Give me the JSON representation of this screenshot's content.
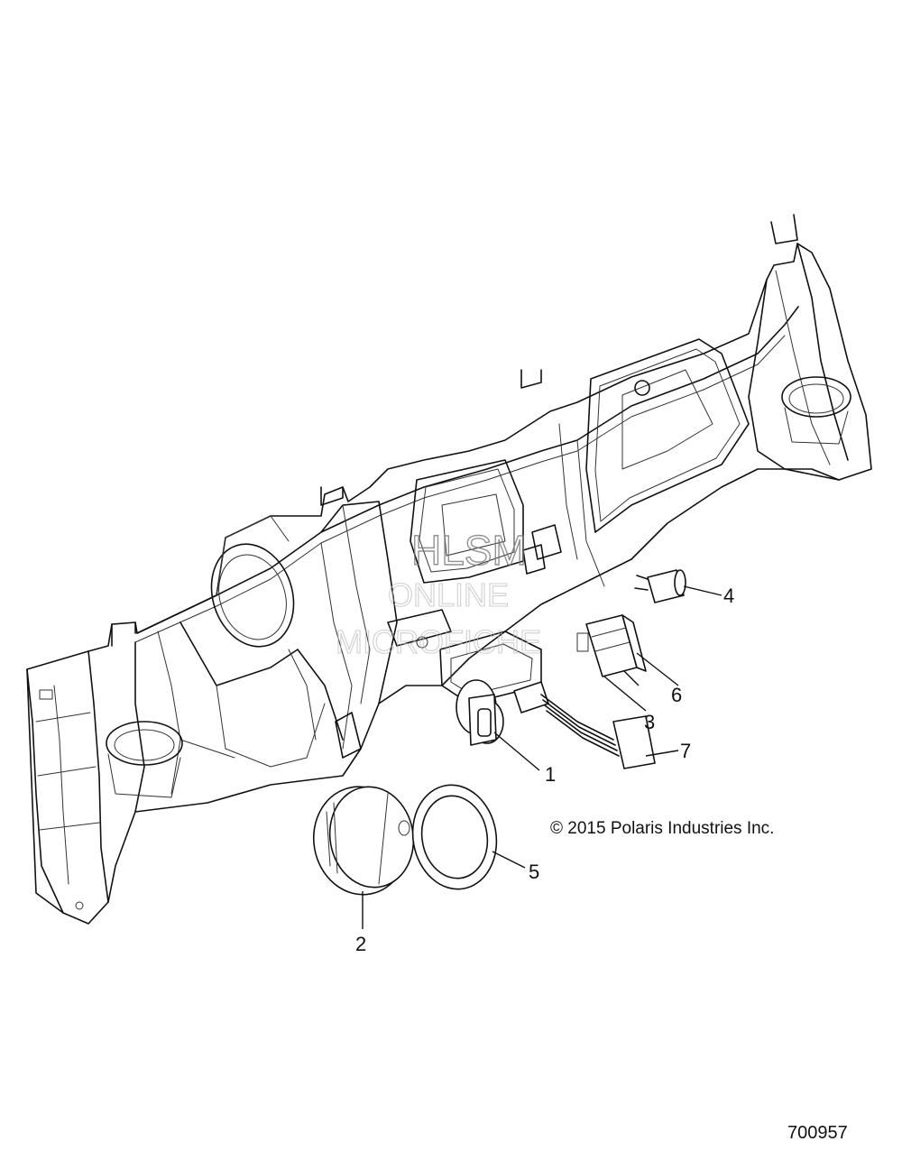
{
  "callouts": [
    {
      "id": "1",
      "label": "1"
    },
    {
      "id": "2",
      "label": "2"
    },
    {
      "id": "3",
      "label": "3"
    },
    {
      "id": "4",
      "label": "4"
    },
    {
      "id": "5",
      "label": "5"
    },
    {
      "id": "6",
      "label": "6"
    },
    {
      "id": "7",
      "label": "7"
    }
  ],
  "copyright": "© 2015 Polaris Industries Inc.",
  "diagram_number": "700957",
  "watermark": {
    "line1": "HLSM",
    "line2": "ONLINE",
    "line3": "MICROFICHE"
  }
}
